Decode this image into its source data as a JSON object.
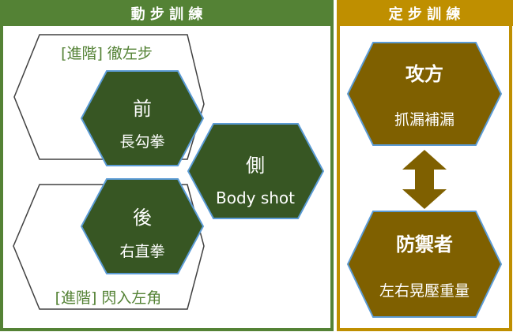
{
  "colors": {
    "green_header": "#548235",
    "green_border": "#548235",
    "green_hex": "#375623",
    "hex_stroke": "#5b9bd5",
    "gold_header": "#bf8f00",
    "gold_border": "#bf8f00",
    "gold_hex": "#7f6000",
    "outline": "#404040",
    "label_green": "#548235",
    "arrow": "#7f6000",
    "white": "#ffffff"
  },
  "left_panel": {
    "title": "動 步 訓 練",
    "upper_outline_label": "[進階]  徹左步",
    "lower_outline_label": "[進階] 閃入左角",
    "hex_front": {
      "title": "前",
      "subtitle": "長勾拳"
    },
    "hex_back": {
      "title": "後",
      "subtitle": "右直拳"
    },
    "hex_side": {
      "title": "側",
      "subtitle": "Body shot"
    }
  },
  "right_panel": {
    "title": "定 步 訓 練",
    "hex_attacker": {
      "title": "攻方",
      "subtitle": "抓漏補漏"
    },
    "hex_defender": {
      "title": "防禦者",
      "subtitle": "左右晃壓重量"
    },
    "arrow_icon": "double-arrow-vertical-icon"
  }
}
